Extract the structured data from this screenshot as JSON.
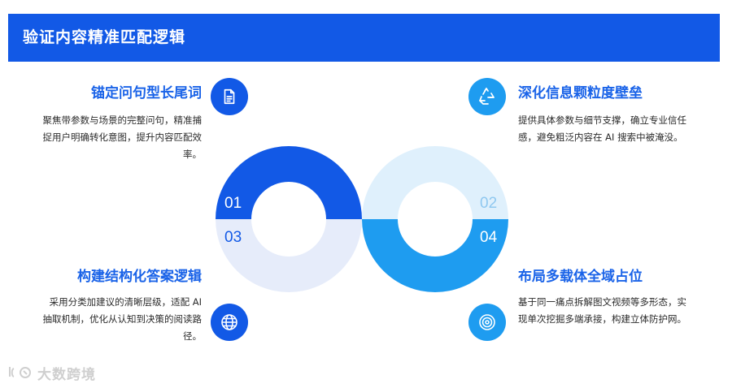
{
  "header": {
    "title": "验证内容精准匹配逻辑"
  },
  "items": [
    {
      "title": "锚定问句型长尾词",
      "desc_lines": [
        "聚焦带参数与场景的完整问句，精准捕",
        "捉用户明确转化意图，提升内容匹配效",
        "率。"
      ],
      "number": "01",
      "icon": "document-icon"
    },
    {
      "title": "深化信息颗粒度壁垒",
      "desc_lines": [
        "提供具体参数与细节支撑，确立专业信任",
        "感，避免粗泛内容在 AI 搜索中被淹没。"
      ],
      "number": "02",
      "icon": "recycle-icon"
    },
    {
      "title": "构建结构化答案逻辑",
      "desc_lines": [
        "采用分类加建议的清晰层级，适配 AI",
        "抽取机制，优化从认知到决策的阅读路",
        "径。"
      ],
      "number": "03",
      "icon": "globe-icon"
    },
    {
      "title": "布局多载体全域占位",
      "desc_lines": [
        "基于同一痛点拆解图文视频等多形态，实",
        "现单次挖掘多端承接，构建立体防护网。"
      ],
      "number": "04",
      "icon": "target-icon"
    }
  ],
  "logo": {
    "text": "大数跨境",
    "icon": "logo-icon"
  },
  "colors": {
    "banner": "#1259e6",
    "title": "#1a63e8",
    "ring_dark": "#1259e6",
    "ring_pale": "#e6ecfa",
    "ring_sky": "#dff0fc",
    "ring_bright": "#1e9cf0"
  }
}
